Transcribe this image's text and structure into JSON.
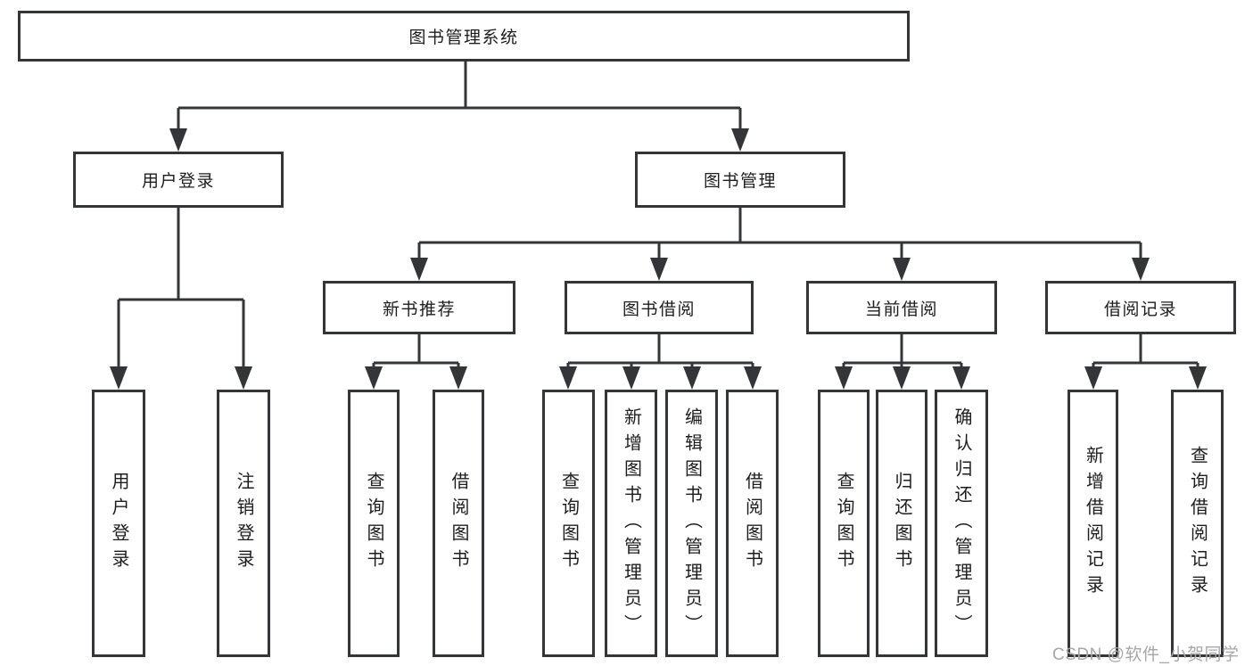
{
  "diagram": {
    "nodes": {
      "root": {
        "label": "图书管理系统"
      },
      "user_login": {
        "label": "用户登录"
      },
      "book_management": {
        "label": "图书管理"
      },
      "new_book_recommend": {
        "label": "新书推荐"
      },
      "book_borrowing": {
        "label": "图书借阅"
      },
      "current_borrowing": {
        "label": "当前借阅"
      },
      "borrowing_records": {
        "label": "借阅记录"
      }
    },
    "leaves": {
      "user_login": [
        {
          "label": "用户登录"
        },
        {
          "label": "注销登录"
        }
      ],
      "new_book_recommend": [
        {
          "label": "查询图书"
        },
        {
          "label": "借阅图书"
        }
      ],
      "book_borrowing": [
        {
          "label": "查询图书"
        },
        {
          "label": "新增图书（管理员）"
        },
        {
          "label": "编辑图书（管理员）"
        },
        {
          "label": "借阅图书"
        }
      ],
      "current_borrowing": [
        {
          "label": "查询图书"
        },
        {
          "label": "归还图书"
        },
        {
          "label": "确认归还（管理员）"
        }
      ],
      "borrowing_records": [
        {
          "label": "新增借阅记录"
        },
        {
          "label": "查询借阅记录"
        }
      ]
    }
  },
  "watermark": {
    "text": "CSDN @软件_小贺同学"
  },
  "colors": {
    "line": "#333538",
    "box_border": "#333538",
    "box_fill": "#ffffff",
    "text": "#1d1d1f",
    "watermark": "#a7a7a7",
    "background": "#ffffff"
  }
}
